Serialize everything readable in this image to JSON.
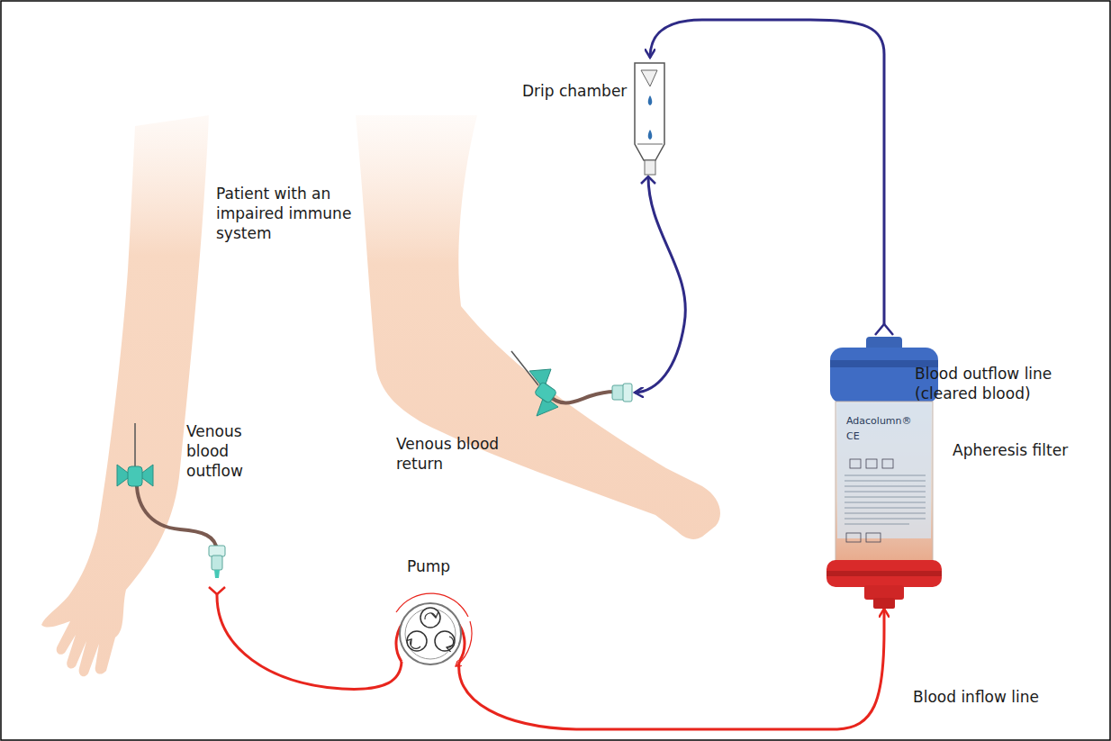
{
  "diagram": {
    "labels": [
      "Patient with an impaired immune system",
      "Venous blood outflow",
      "Venous blood return",
      "Drip chamber",
      "Blood outflow line (cleared blood)",
      "Apheresis filter",
      "Pump",
      "Blood inflow line",
      "Adacolumn®",
      "CE"
    ]
  }
}
